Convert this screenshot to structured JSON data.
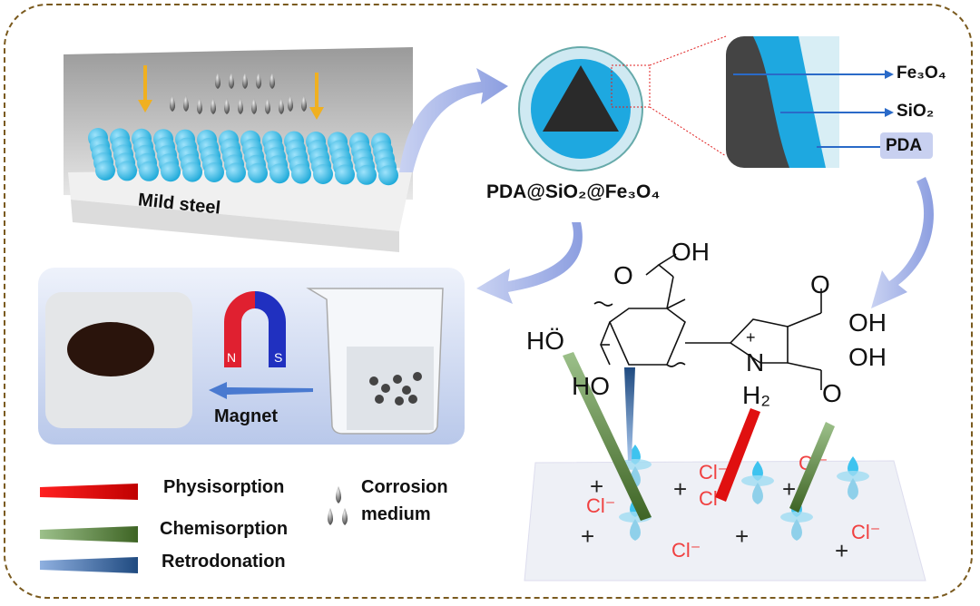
{
  "figure": {
    "top_left": {
      "substrate_label": "Mild steel"
    },
    "nanoparticle": {
      "name_label": "PDA@SiO₂@Fe₃O₄",
      "layers": [
        "Fe₃O₄",
        "SiO₂",
        "PDA"
      ]
    },
    "magnet_panel": {
      "magnet_label": "Magnet",
      "north": "N",
      "south": "S"
    },
    "legend": {
      "physisorption": "Physisorption",
      "chemisorption": "Chemisorption",
      "retrodonation": "Retrodonation",
      "corrosion_line1": "Corrosion",
      "corrosion_line2": "medium"
    },
    "molecule": {
      "oh_top": "OH",
      "o_top": "O",
      "ho_left": "HÖ",
      "ho_bottom": "HO",
      "n": "N",
      "plus": "+",
      "h2": "H₂",
      "o_right1": "O",
      "oh_right1": "OH",
      "oh_right2": "OH",
      "o_right2": "O"
    },
    "surface": {
      "anion": "Cl⁻",
      "cation": "+"
    },
    "colors": {
      "physisorption": "#e01010",
      "chemisorption": "#4f7a2c",
      "retrodonation": "#2a5a9a",
      "frame": "#7a5a1e",
      "particle": "#2ab4e0"
    }
  }
}
